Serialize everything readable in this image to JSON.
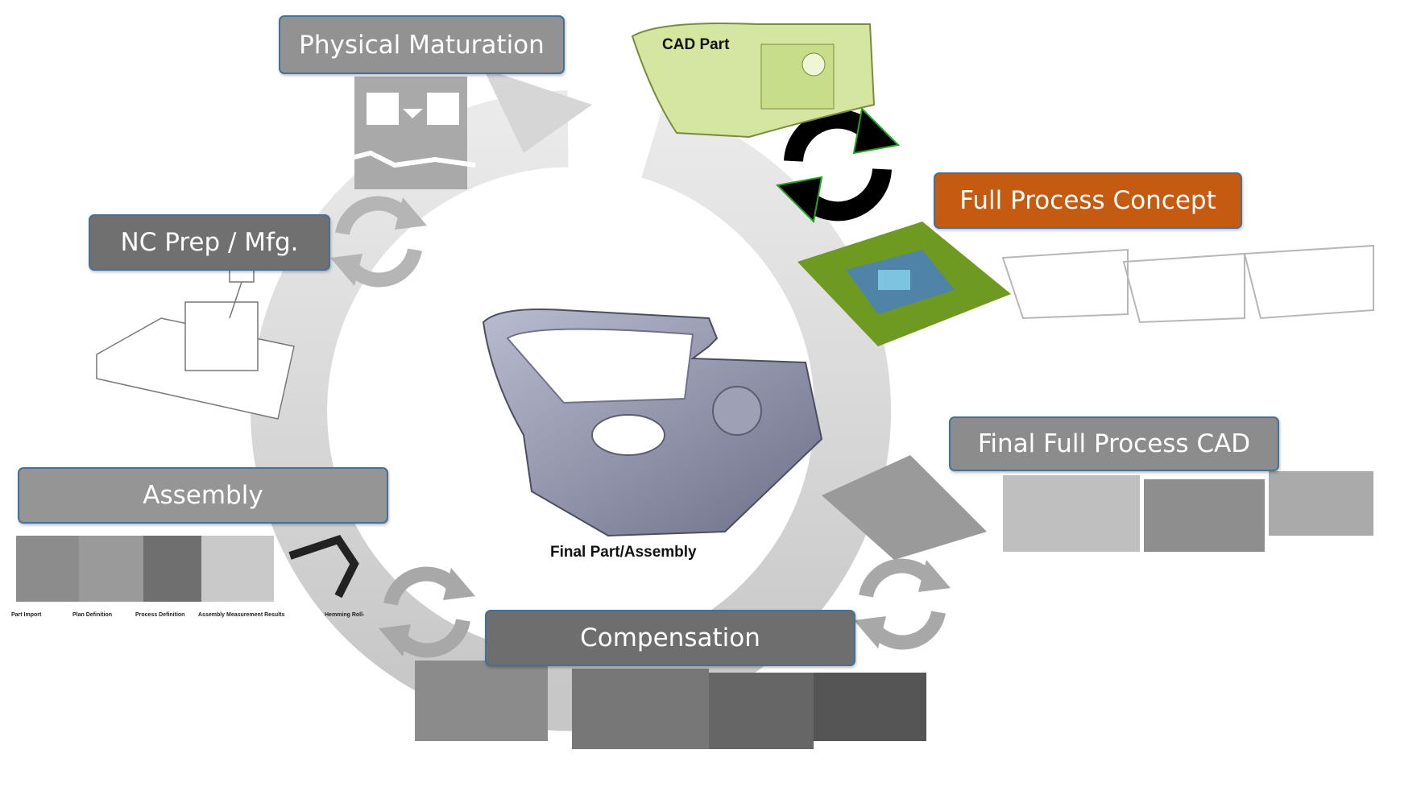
{
  "stages": {
    "physical_maturation": "Physical Maturation",
    "nc_prep": "NC Prep / Mfg.",
    "assembly": "Assembly",
    "compensation": "Compensation",
    "final_full_process_cad": "Final Full Process CAD",
    "full_process_concept": "Full Process Concept"
  },
  "labels": {
    "cad_part": "CAD Part",
    "final_part": "Final Part/Assembly"
  },
  "assembly_captions": [
    "Part Import",
    "Plan Definition",
    "Process Definition",
    "Assembly Measurement Results",
    "Hemming Roll-"
  ],
  "colors": {
    "box_gray": "#8f8f8f",
    "box_dark_gray": "#6f6f6f",
    "box_orange": "#c55a11",
    "box_border": "#41719c",
    "cycle_arrow": "#dadada"
  }
}
